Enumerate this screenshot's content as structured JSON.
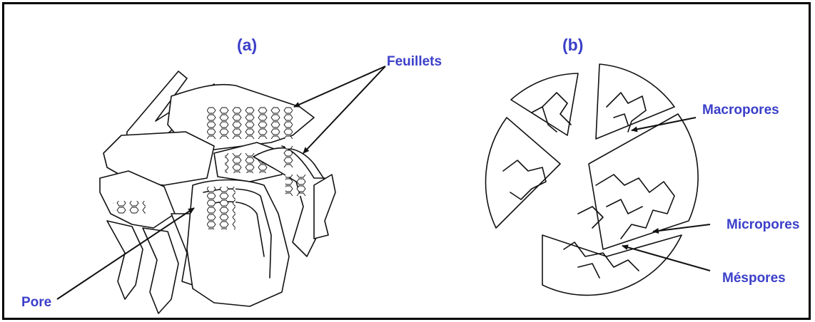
{
  "panel_a": {
    "label": "(a)",
    "feuillets_label": "Feuillets",
    "pore_label": "Pore"
  },
  "panel_b": {
    "label": "(b)",
    "macropores_label": "Macropores",
    "micropores_label": "Micropores",
    "mesopores_label": "Méspores"
  },
  "colors": {
    "label_text": "#3b3fc9",
    "line": "#111111",
    "frame": "#000000"
  }
}
